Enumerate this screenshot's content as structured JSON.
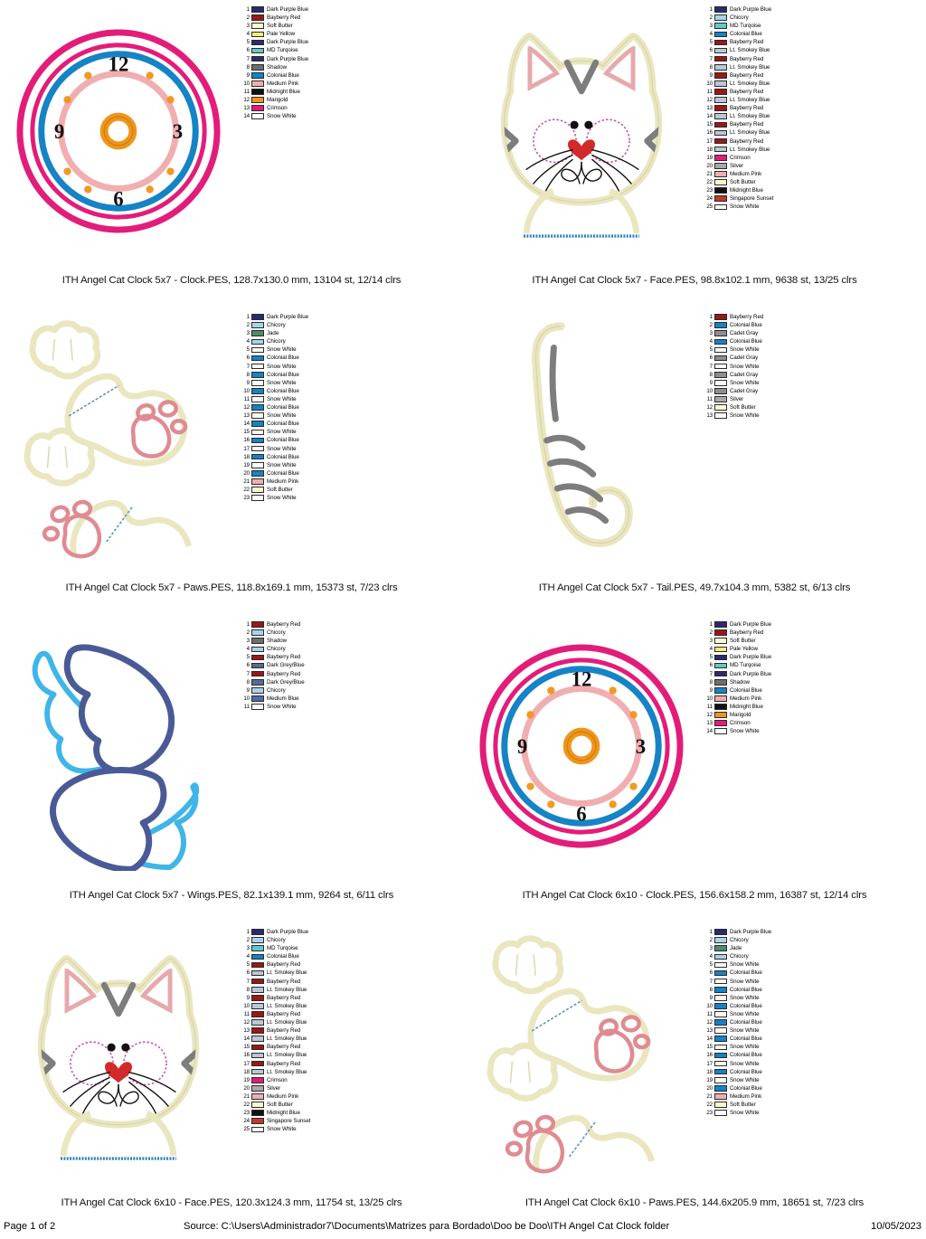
{
  "footer": {
    "page": "Page 1 of 2",
    "source": "Source: C:\\Users\\Administrador7\\Documents\\Matrizes para Bordado\\Doo be Doo\\ITH Angel Cat Clock folder",
    "date": "10/05/2023"
  },
  "colors": {
    "dark_purple_blue": "#2b2a6e",
    "bayberry_red": "#9d1616",
    "soft_butter": "#fbf7d0",
    "pale_yellow": "#f7eb78",
    "md_turquoise": "#5fc9cc",
    "shadow": "#6e6e6e",
    "colonial_blue": "#1583c6",
    "medium_pink": "#f1aeb0",
    "midnight_blue": "#111111",
    "marigold": "#f0951a",
    "crimson": "#e31c79",
    "snow_white": "#ffffff",
    "chicory": "#a8d3ec",
    "jade": "#4e8c6e",
    "lt_smokey_blue": "#b9c8d4",
    "cadet_gray": "#8b8f93",
    "silver": "#a9a9a9",
    "singapore_sunset": "#c0392b",
    "dark_grey_blue": "#5a6a96",
    "medium_blue": "#4f6bb0"
  },
  "designs": [
    {
      "id": "clock-5x7",
      "art": "clock",
      "caption": "ITH Angel Cat Clock 5x7 - Clock.PES, 128.7x130.0 mm, 13104 st, 12/14 clrs",
      "legend": [
        {
          "n": 1,
          "name": "Dark Purple Blue",
          "hex": "#2b2a6e"
        },
        {
          "n": 2,
          "name": "Bayberry Red",
          "hex": "#9d1616"
        },
        {
          "n": 3,
          "name": "Soft Butter",
          "hex": "#fbf7d0"
        },
        {
          "n": 4,
          "name": "Pale Yellow",
          "hex": "#f7eb78"
        },
        {
          "n": 5,
          "name": "Dark Purple Blue",
          "hex": "#2b2a6e"
        },
        {
          "n": 6,
          "name": "MD Turqoise",
          "hex": "#5fc9cc"
        },
        {
          "n": 7,
          "name": "Dark Purple Blue",
          "hex": "#2b2a6e"
        },
        {
          "n": 8,
          "name": "Shadow",
          "hex": "#6e6e6e"
        },
        {
          "n": 9,
          "name": "Colonial Blue",
          "hex": "#1583c6"
        },
        {
          "n": 10,
          "name": "Medium Pink",
          "hex": "#f1aeb0"
        },
        {
          "n": 11,
          "name": "Midnight Blue",
          "hex": "#111111"
        },
        {
          "n": 12,
          "name": "Marigold",
          "hex": "#f0951a"
        },
        {
          "n": 13,
          "name": "Crimson",
          "hex": "#e31c79"
        },
        {
          "n": 14,
          "name": "Snow White",
          "hex": "#ffffff"
        }
      ]
    },
    {
      "id": "face-5x7",
      "art": "face",
      "caption": "ITH Angel Cat Clock 5x7 - Face.PES, 98.8x102.1 mm, 9638 st, 13/25 clrs",
      "legend": [
        {
          "n": 1,
          "name": "Dark Purple Blue",
          "hex": "#2b2a6e"
        },
        {
          "n": 2,
          "name": "Chicory",
          "hex": "#a8d3ec"
        },
        {
          "n": 3,
          "name": "MD Turqoise",
          "hex": "#5fc9cc"
        },
        {
          "n": 4,
          "name": "Colonial Blue",
          "hex": "#1583c6"
        },
        {
          "n": 5,
          "name": "Bayberry Red",
          "hex": "#9d1616"
        },
        {
          "n": 6,
          "name": "Lt. Smokey Blue",
          "hex": "#b9c8d4"
        },
        {
          "n": 7,
          "name": "Bayberry Red",
          "hex": "#9d1616"
        },
        {
          "n": 8,
          "name": "Lt. Smokey Blue",
          "hex": "#b9c8d4"
        },
        {
          "n": 9,
          "name": "Bayberry Red",
          "hex": "#9d1616"
        },
        {
          "n": 10,
          "name": "Lt. Smokey Blue",
          "hex": "#b9c8d4"
        },
        {
          "n": 11,
          "name": "Bayberry Red",
          "hex": "#9d1616"
        },
        {
          "n": 12,
          "name": "Lt. Smokey Blue",
          "hex": "#b9c8d4"
        },
        {
          "n": 13,
          "name": "Bayberry Red",
          "hex": "#9d1616"
        },
        {
          "n": 14,
          "name": "Lt. Smokey Blue",
          "hex": "#b9c8d4"
        },
        {
          "n": 15,
          "name": "Bayberry Red",
          "hex": "#9d1616"
        },
        {
          "n": 16,
          "name": "Lt. Smokey Blue",
          "hex": "#b9c8d4"
        },
        {
          "n": 17,
          "name": "Bayberry Red",
          "hex": "#9d1616"
        },
        {
          "n": 18,
          "name": "Lt. Smokey Blue",
          "hex": "#b9c8d4"
        },
        {
          "n": 19,
          "name": "Crimson",
          "hex": "#e31c79"
        },
        {
          "n": 20,
          "name": "Silver",
          "hex": "#a9a9a9"
        },
        {
          "n": 21,
          "name": "Medium Pink",
          "hex": "#f1aeb0"
        },
        {
          "n": 22,
          "name": "Soft Butter",
          "hex": "#fbf7d0"
        },
        {
          "n": 23,
          "name": "Midnight Blue",
          "hex": "#111111"
        },
        {
          "n": 24,
          "name": "Singapore Sunset",
          "hex": "#c0392b"
        },
        {
          "n": 25,
          "name": "Snow White",
          "hex": "#ffffff"
        }
      ]
    },
    {
      "id": "paws-5x7",
      "art": "paws",
      "caption": "ITH Angel Cat Clock 5x7 - Paws.PES, 118.8x169.1 mm, 15373 st, 7/23 clrs",
      "legend": [
        {
          "n": 1,
          "name": "Dark Purple Blue",
          "hex": "#2b2a6e"
        },
        {
          "n": 2,
          "name": "Chicory",
          "hex": "#a8d3ec"
        },
        {
          "n": 3,
          "name": "Jade",
          "hex": "#4e8c6e"
        },
        {
          "n": 4,
          "name": "Chicory",
          "hex": "#a8d3ec"
        },
        {
          "n": 5,
          "name": "Snow White",
          "hex": "#ffffff"
        },
        {
          "n": 6,
          "name": "Colonial Blue",
          "hex": "#1583c6"
        },
        {
          "n": 7,
          "name": "Snow White",
          "hex": "#ffffff"
        },
        {
          "n": 8,
          "name": "Colonial Blue",
          "hex": "#1583c6"
        },
        {
          "n": 9,
          "name": "Snow White",
          "hex": "#ffffff"
        },
        {
          "n": 10,
          "name": "Colonial Blue",
          "hex": "#1583c6"
        },
        {
          "n": 11,
          "name": "Snow White",
          "hex": "#ffffff"
        },
        {
          "n": 12,
          "name": "Colonial Blue",
          "hex": "#1583c6"
        },
        {
          "n": 13,
          "name": "Snow White",
          "hex": "#ffffff"
        },
        {
          "n": 14,
          "name": "Colonial Blue",
          "hex": "#1583c6"
        },
        {
          "n": 15,
          "name": "Snow White",
          "hex": "#ffffff"
        },
        {
          "n": 16,
          "name": "Colonial Blue",
          "hex": "#1583c6"
        },
        {
          "n": 17,
          "name": "Snow White",
          "hex": "#ffffff"
        },
        {
          "n": 18,
          "name": "Colonial Blue",
          "hex": "#1583c6"
        },
        {
          "n": 19,
          "name": "Snow White",
          "hex": "#ffffff"
        },
        {
          "n": 20,
          "name": "Colonial Blue",
          "hex": "#1583c6"
        },
        {
          "n": 21,
          "name": "Medium Pink",
          "hex": "#f1aeb0"
        },
        {
          "n": 22,
          "name": "Soft Butter",
          "hex": "#fbf7d0"
        },
        {
          "n": 23,
          "name": "Snow White",
          "hex": "#ffffff"
        }
      ]
    },
    {
      "id": "tail-5x7",
      "art": "tail",
      "caption": "ITH Angel Cat Clock 5x7 - Tail.PES, 49.7x104.3 mm, 5382 st, 6/13 clrs",
      "legend": [
        {
          "n": 1,
          "name": "Bayberry Red",
          "hex": "#9d1616"
        },
        {
          "n": 2,
          "name": "Colonial Blue",
          "hex": "#1583c6"
        },
        {
          "n": 3,
          "name": "Cadet Gray",
          "hex": "#8b8f93"
        },
        {
          "n": 4,
          "name": "Colonial Blue",
          "hex": "#1583c6"
        },
        {
          "n": 5,
          "name": "Snow White",
          "hex": "#ffffff"
        },
        {
          "n": 6,
          "name": "Cadet Gray",
          "hex": "#8b8f93"
        },
        {
          "n": 7,
          "name": "Snow White",
          "hex": "#ffffff"
        },
        {
          "n": 8,
          "name": "Cadet Gray",
          "hex": "#8b8f93"
        },
        {
          "n": 9,
          "name": "Snow White",
          "hex": "#ffffff"
        },
        {
          "n": 10,
          "name": "Cadet Gray",
          "hex": "#8b8f93"
        },
        {
          "n": 11,
          "name": "Silver",
          "hex": "#a9a9a9"
        },
        {
          "n": 12,
          "name": "Soft Butter",
          "hex": "#fbf7d0"
        },
        {
          "n": 13,
          "name": "Snow White",
          "hex": "#ffffff"
        }
      ]
    },
    {
      "id": "wings-5x7",
      "art": "wings",
      "caption": "ITH Angel Cat Clock 5x7 - Wings.PES, 82.1x139.1 mm, 9264 st, 6/11 clrs",
      "legend": [
        {
          "n": 1,
          "name": "Bayberry Red",
          "hex": "#9d1616"
        },
        {
          "n": 2,
          "name": "Chicory",
          "hex": "#a8d3ec"
        },
        {
          "n": 3,
          "name": "Shadow",
          "hex": "#6e6e6e"
        },
        {
          "n": 4,
          "name": "Chicory",
          "hex": "#a8d3ec"
        },
        {
          "n": 5,
          "name": "Bayberry Red",
          "hex": "#9d1616"
        },
        {
          "n": 6,
          "name": "Dark Grey/Blue",
          "hex": "#5a6a96"
        },
        {
          "n": 7,
          "name": "Bayberry Red",
          "hex": "#9d1616"
        },
        {
          "n": 8,
          "name": "Dark Grey/Blue",
          "hex": "#5a6a96"
        },
        {
          "n": 9,
          "name": "Chicory",
          "hex": "#a8d3ec"
        },
        {
          "n": 10,
          "name": "Medium Blue",
          "hex": "#4f6bb0"
        },
        {
          "n": 11,
          "name": "Snow White",
          "hex": "#ffffff"
        }
      ]
    },
    {
      "id": "clock-6x10",
      "art": "clock",
      "caption": "ITH Angel Cat Clock 6x10 - Clock.PES, 156.6x158.2 mm, 16387 st, 12/14 clrs",
      "legend": [
        {
          "n": 1,
          "name": "Dark Purple Blue",
          "hex": "#2b2a6e"
        },
        {
          "n": 2,
          "name": "Bayberry Red",
          "hex": "#9d1616"
        },
        {
          "n": 3,
          "name": "Soft Butter",
          "hex": "#fbf7d0"
        },
        {
          "n": 4,
          "name": "Pale Yellow",
          "hex": "#f7eb78"
        },
        {
          "n": 5,
          "name": "Dark Purple Blue",
          "hex": "#2b2a6e"
        },
        {
          "n": 6,
          "name": "MD Turqoise",
          "hex": "#5fc9cc"
        },
        {
          "n": 7,
          "name": "Dark Purple Blue",
          "hex": "#2b2a6e"
        },
        {
          "n": 8,
          "name": "Shadow",
          "hex": "#6e6e6e"
        },
        {
          "n": 9,
          "name": "Colonial Blue",
          "hex": "#1583c6"
        },
        {
          "n": 10,
          "name": "Medium Pink",
          "hex": "#f1aeb0"
        },
        {
          "n": 11,
          "name": "Midnight Blue",
          "hex": "#111111"
        },
        {
          "n": 12,
          "name": "Marigold",
          "hex": "#f0951a"
        },
        {
          "n": 13,
          "name": "Crimson",
          "hex": "#e31c79"
        },
        {
          "n": 14,
          "name": "Snow White",
          "hex": "#ffffff"
        }
      ]
    },
    {
      "id": "face-6x10",
      "art": "face",
      "caption": "ITH Angel Cat Clock 6x10 - Face.PES, 120.3x124.3 mm, 11754 st, 13/25 clrs",
      "legend": [
        {
          "n": 1,
          "name": "Dark Purple Blue",
          "hex": "#2b2a6e"
        },
        {
          "n": 2,
          "name": "Chicory",
          "hex": "#a8d3ec"
        },
        {
          "n": 3,
          "name": "MD Turqoise",
          "hex": "#5fc9cc"
        },
        {
          "n": 4,
          "name": "Colonial Blue",
          "hex": "#1583c6"
        },
        {
          "n": 5,
          "name": "Bayberry Red",
          "hex": "#9d1616"
        },
        {
          "n": 6,
          "name": "Lt. Smokey Blue",
          "hex": "#b9c8d4"
        },
        {
          "n": 7,
          "name": "Bayberry Red",
          "hex": "#9d1616"
        },
        {
          "n": 8,
          "name": "Lt. Smokey Blue",
          "hex": "#b9c8d4"
        },
        {
          "n": 9,
          "name": "Bayberry Red",
          "hex": "#9d1616"
        },
        {
          "n": 10,
          "name": "Lt. Smokey Blue",
          "hex": "#b9c8d4"
        },
        {
          "n": 11,
          "name": "Bayberry Red",
          "hex": "#9d1616"
        },
        {
          "n": 12,
          "name": "Lt. Smokey Blue",
          "hex": "#b9c8d4"
        },
        {
          "n": 13,
          "name": "Bayberry Red",
          "hex": "#9d1616"
        },
        {
          "n": 14,
          "name": "Lt. Smokey Blue",
          "hex": "#b9c8d4"
        },
        {
          "n": 15,
          "name": "Bayberry Red",
          "hex": "#9d1616"
        },
        {
          "n": 16,
          "name": "Lt. Smokey Blue",
          "hex": "#b9c8d4"
        },
        {
          "n": 17,
          "name": "Bayberry Red",
          "hex": "#9d1616"
        },
        {
          "n": 18,
          "name": "Lt. Smokey Blue",
          "hex": "#b9c8d4"
        },
        {
          "n": 19,
          "name": "Crimson",
          "hex": "#e31c79"
        },
        {
          "n": 20,
          "name": "Silver",
          "hex": "#a9a9a9"
        },
        {
          "n": 21,
          "name": "Medium Pink",
          "hex": "#f1aeb0"
        },
        {
          "n": 22,
          "name": "Soft Butter",
          "hex": "#fbf7d0"
        },
        {
          "n": 23,
          "name": "Midnight Blue",
          "hex": "#111111"
        },
        {
          "n": 24,
          "name": "Singapore Sunset",
          "hex": "#c0392b"
        },
        {
          "n": 25,
          "name": "Snow White",
          "hex": "#ffffff"
        }
      ]
    },
    {
      "id": "paws-6x10",
      "art": "paws",
      "caption": "ITH Angel Cat Clock 6x10 - Paws.PES, 144.6x205.9 mm, 18651 st, 7/23 clrs",
      "legend": [
        {
          "n": 1,
          "name": "Dark Purple Blue",
          "hex": "#2b2a6e"
        },
        {
          "n": 2,
          "name": "Chicory",
          "hex": "#a8d3ec"
        },
        {
          "n": 3,
          "name": "Jade",
          "hex": "#4e8c6e"
        },
        {
          "n": 4,
          "name": "Chicory",
          "hex": "#a8d3ec"
        },
        {
          "n": 5,
          "name": "Snow White",
          "hex": "#ffffff"
        },
        {
          "n": 6,
          "name": "Colonial Blue",
          "hex": "#1583c6"
        },
        {
          "n": 7,
          "name": "Snow White",
          "hex": "#ffffff"
        },
        {
          "n": 8,
          "name": "Colonial Blue",
          "hex": "#1583c6"
        },
        {
          "n": 9,
          "name": "Snow White",
          "hex": "#ffffff"
        },
        {
          "n": 10,
          "name": "Colonial Blue",
          "hex": "#1583c6"
        },
        {
          "n": 11,
          "name": "Snow White",
          "hex": "#ffffff"
        },
        {
          "n": 12,
          "name": "Colonial Blue",
          "hex": "#1583c6"
        },
        {
          "n": 13,
          "name": "Snow White",
          "hex": "#ffffff"
        },
        {
          "n": 14,
          "name": "Colonial Blue",
          "hex": "#1583c6"
        },
        {
          "n": 15,
          "name": "Snow White",
          "hex": "#ffffff"
        },
        {
          "n": 16,
          "name": "Colonial Blue",
          "hex": "#1583c6"
        },
        {
          "n": 17,
          "name": "Snow White",
          "hex": "#ffffff"
        },
        {
          "n": 18,
          "name": "Colonial Blue",
          "hex": "#1583c6"
        },
        {
          "n": 19,
          "name": "Snow White",
          "hex": "#ffffff"
        },
        {
          "n": 20,
          "name": "Colonial Blue",
          "hex": "#1583c6"
        },
        {
          "n": 21,
          "name": "Medium Pink",
          "hex": "#f1aeb0"
        },
        {
          "n": 22,
          "name": "Soft Butter",
          "hex": "#fbf7d0"
        },
        {
          "n": 23,
          "name": "Snow White",
          "hex": "#ffffff"
        }
      ]
    }
  ],
  "clock_art": {
    "numerals": [
      "12",
      "3",
      "6",
      "9"
    ]
  }
}
